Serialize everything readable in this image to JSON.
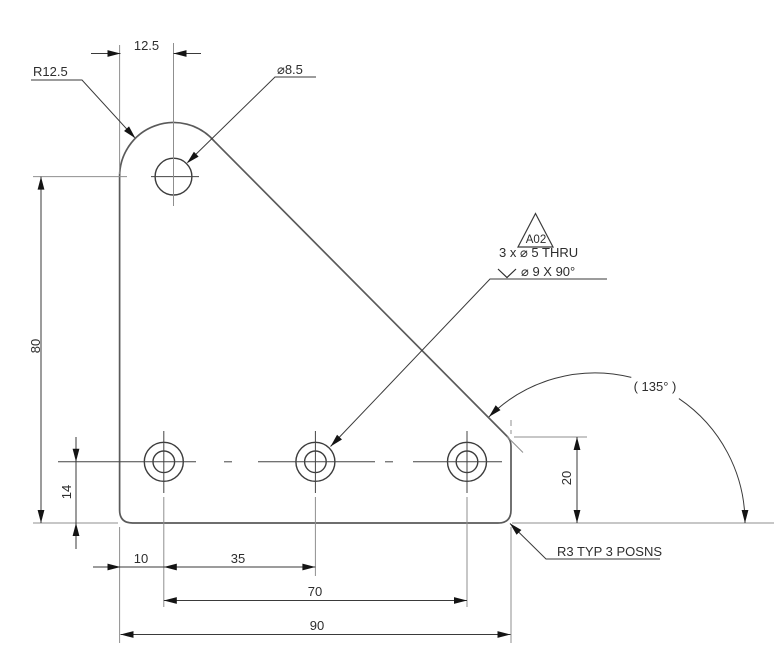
{
  "drawing": {
    "labels": {
      "top_width": "12.5",
      "corner_radius": "R12.5",
      "top_hole_diameter": "⌀8.5",
      "plate_height": "80",
      "hole_row_offset": "14",
      "right_edge_height": "20",
      "first_hole_offset": "10",
      "hole_spacing_1": "35",
      "hole_spacing_2": "70",
      "plate_width": "90",
      "chamfer_angle": "( 135° )",
      "corner_note": "R3 TYP 3 POSNS",
      "revision_flag": "A02",
      "hole_note_line1": "3 x ⌀ 5 THRU",
      "hole_note_line2": "⌀ 9 X 90°"
    },
    "colors": {
      "background": "#ffffff",
      "outline": "#5a5a5a",
      "dimension": "#3a3a3a",
      "extension": "#8f8f8f",
      "text": "#2d2d2d"
    }
  }
}
